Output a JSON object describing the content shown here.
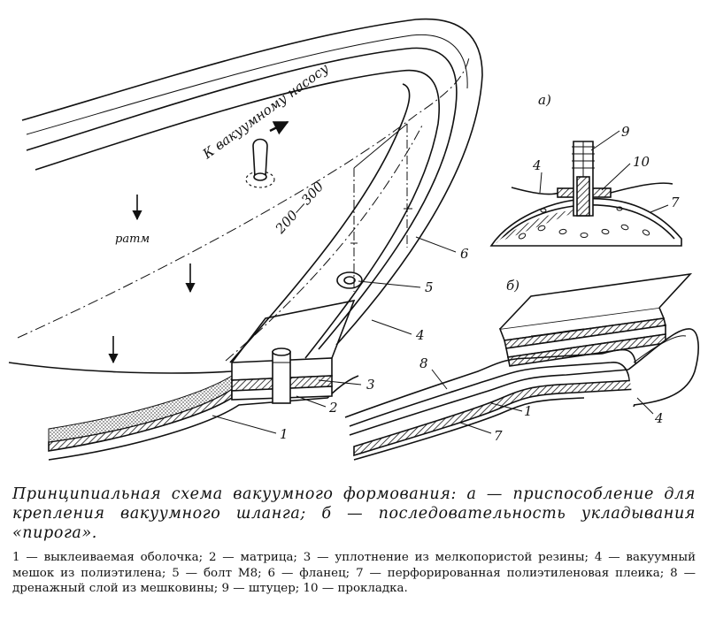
{
  "diagram": {
    "pump_label": "К вакуумному насосу",
    "dimension_label": "200—300",
    "pressure_label": "pатм",
    "subfig_a": "а)",
    "subfig_b": "б)",
    "numbers": {
      "main_1": "1",
      "main_2": "2",
      "main_3": "3",
      "main_4": "4",
      "main_5": "5",
      "main_6": "6",
      "a_4": "4",
      "a_7": "7",
      "a_9": "9",
      "a_10": "10",
      "b_1": "1",
      "b_4": "4",
      "b_7": "7",
      "b_8": "8"
    }
  },
  "caption": {
    "title": "Принципиальная схема вакуумного формования: а — приспособление для крепления вакуумного шланга; б — последовательность укладывания «пирога»."
  },
  "legend": {
    "text": "1 — выклеиваемая оболочка; 2 — матрица; 3 — уплотнение из мелкопористой резины; 4 — вакуумный мешок из полиэтилена; 5 — болт M8; 6 — фланец; 7 — перфорированная полиэтиленовая плеика; 8 — дренажный слой из мешковины; 9 — штуцер; 10 — прокладка."
  }
}
